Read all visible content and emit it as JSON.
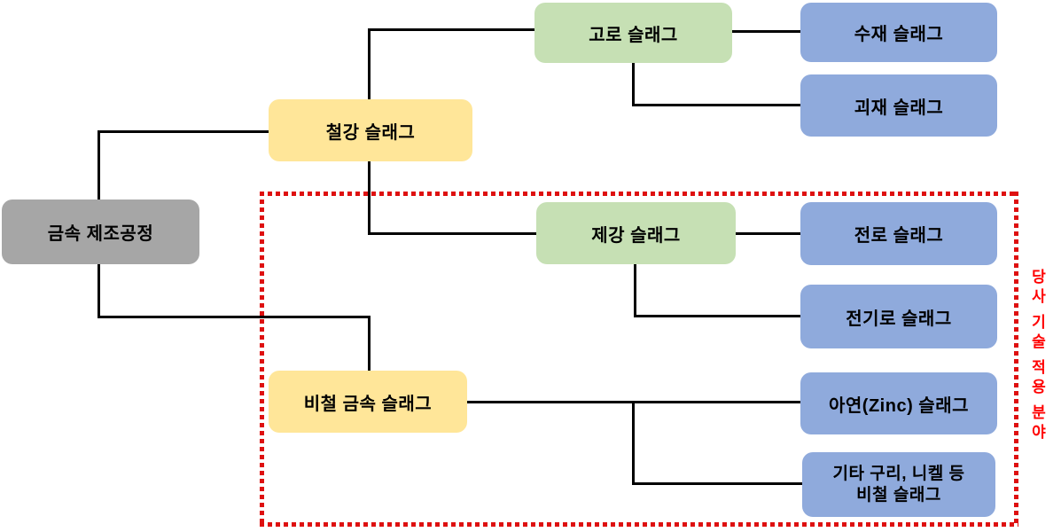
{
  "diagram": {
    "root": {
      "label": "금속 제조공정"
    },
    "steel": {
      "label": "철강 슬래그"
    },
    "nonferrous": {
      "label": "비철 금속 슬래그"
    },
    "blast_furnace": {
      "label": "고로 슬래그"
    },
    "steelmaking": {
      "label": "제강 슬래그"
    },
    "granulated": {
      "label": "수재 슬래그"
    },
    "air_cooled": {
      "label": "괴재 슬래그"
    },
    "converter": {
      "label": "전로 슬래그"
    },
    "electric_arc": {
      "label": "전기로 슬래그"
    },
    "zinc": {
      "label": "아연(Zinc) 슬래그"
    },
    "other_nonferrous": {
      "line1": "기타 구리, 니켈 등",
      "line2": "비철 슬래그"
    },
    "annotation": {
      "text": "당사 기술 적용 분야",
      "words": [
        "당사",
        "기술",
        "적용",
        "분야"
      ]
    },
    "colors": {
      "gray": "#A6A6A6",
      "yellow": "#FFE699",
      "green": "#C6E0B4",
      "blue": "#8FAADC",
      "dotted": "#DE1010",
      "annotation_text": "#FF0000",
      "line": "#000000",
      "background": "#FFFFFF"
    }
  }
}
